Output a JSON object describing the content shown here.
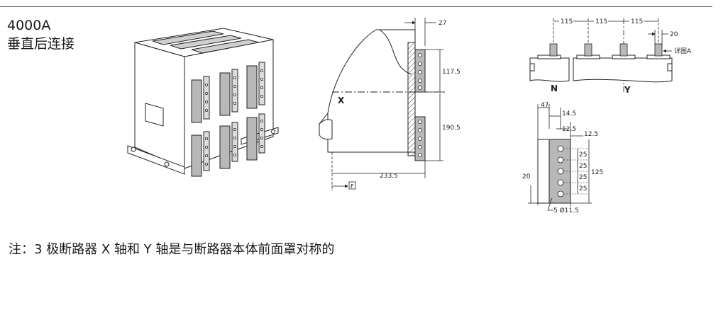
{
  "header": {
    "title": "4000A",
    "subtitle": "垂直后连接"
  },
  "side_view": {
    "dims": [
      "27",
      "117.5",
      "190.5",
      "233.5"
    ],
    "axis_label": "X",
    "ref_marker": "F"
  },
  "top_view": {
    "dims": [
      "115",
      "115",
      "115",
      "20"
    ],
    "detail_label": "详图A",
    "axis_n": "N",
    "axis_y": "Y"
  },
  "detail_a": {
    "dims": [
      "47",
      "14.5",
      "12.5",
      "12.5",
      "25",
      "25",
      "25",
      "25",
      "125",
      "20"
    ],
    "holes_label": "5 Ø11.5"
  },
  "footer": {
    "note": "注：3 极断路器 X 轴和 Y 轴是与断路器本体前面罩对称的"
  },
  "colors": {
    "line": "#222222",
    "busbar": "#b8b8b8",
    "hatch": "#555555"
  }
}
